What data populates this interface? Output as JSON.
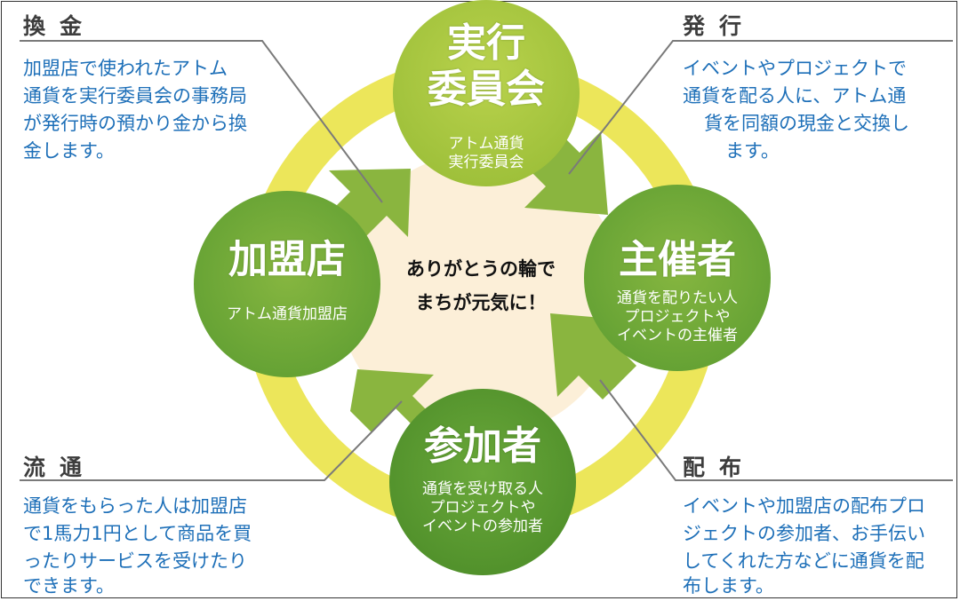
{
  "center": {
    "line1": "ありがとうの輪で",
    "line2": "まちが元気に！"
  },
  "nodes": {
    "committee": {
      "title1": "実行",
      "title2": "委員会",
      "sub1": "アトム通貨",
      "sub2": "実行委員会"
    },
    "organizer": {
      "title": "主催者",
      "sub1": "通貨を配りたい人",
      "sub2": "プロジェクトや",
      "sub3": "イベントの主催者"
    },
    "participant": {
      "title": "参加者",
      "sub1": "通貨を受け取る人",
      "sub2": "プロジェクトや",
      "sub3": "イベントの参加者"
    },
    "store": {
      "title": "加盟店",
      "sub": "アトム通貨加盟店"
    }
  },
  "corners": {
    "exchange": {
      "title": "換金",
      "lines": [
        "加盟店で使われたアトム",
        "通貨を実行委員会の事務局",
        "が発行時の預かり金から換",
        "金します。"
      ]
    },
    "issue": {
      "title": "発行",
      "lines": [
        "イベントやプロジェクトで",
        "通貨を配る人に、アトム通",
        "貨を同額の現金と交換し",
        "ます。"
      ]
    },
    "circulation": {
      "title": "流通",
      "lines": [
        "通貨をもらった人は加盟店",
        "で1馬力1円として商品を買",
        "ったりサービスを受けたり",
        "できます。"
      ]
    },
    "distribution": {
      "title": "配布",
      "lines": [
        "イベントや加盟店の配布プロ",
        "ジェクトの参加者、お手伝い",
        "してくれた方などに通貨を配",
        "布します。"
      ]
    }
  },
  "colors": {
    "ring": "#ece65a",
    "center_fill": "#fcefd8",
    "node_light": "#a9c63f",
    "node_dark": "#5f9a32",
    "arrow": "#8ab53f",
    "desc_text": "#1d6fb8"
  }
}
